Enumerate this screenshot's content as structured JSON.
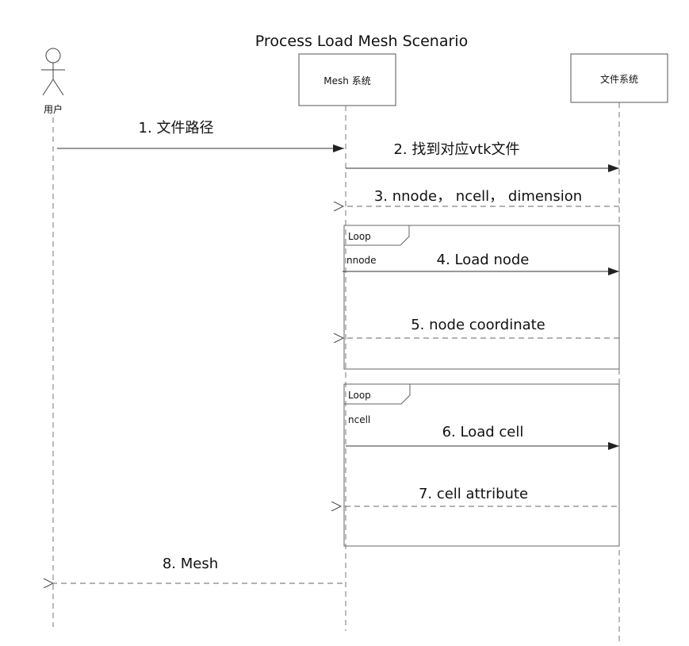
{
  "title": "Process Load Mesh Scenario",
  "participants": {
    "user": "用户",
    "mesh": "Mesh 系统",
    "fs": "文件系统"
  },
  "messages": [
    {
      "label": "1. 文件路径",
      "from": "用户",
      "to": "Mesh 系统",
      "style": "solid"
    },
    {
      "label": "2. 找到对应vtk文件",
      "from": "Mesh 系统",
      "to": "文件系统",
      "style": "solid"
    },
    {
      "label": "3. nnode， ncell， dimension",
      "from": "文件系统",
      "to": "Mesh 系统",
      "style": "dashed"
    },
    {
      "label": "4. Load node",
      "from": "Mesh 系统",
      "to": "文件系统",
      "style": "solid"
    },
    {
      "label": "5. node coordinate",
      "from": "文件系统",
      "to": "Mesh 系统",
      "style": "dashed"
    },
    {
      "label": "6. Load cell",
      "from": "Mesh 系统",
      "to": "文件系统",
      "style": "solid"
    },
    {
      "label": "7. cell attribute",
      "from": "文件系统",
      "to": "Mesh 系统",
      "style": "dashed"
    },
    {
      "label": "8. Mesh",
      "from": "Mesh 系统",
      "to": "用户",
      "style": "dashed"
    }
  ],
  "loops": [
    {
      "label": "Loop",
      "guard": "nnode"
    },
    {
      "label": "Loop",
      "guard": "ncell"
    }
  ]
}
